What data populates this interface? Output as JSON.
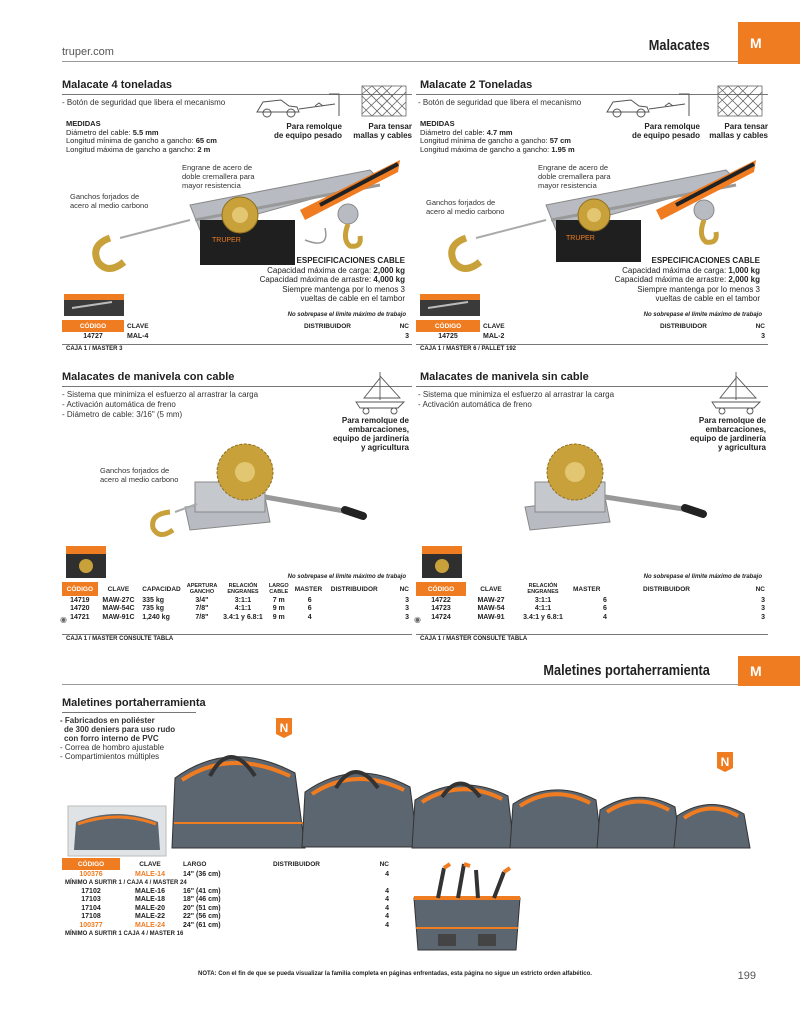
{
  "site": "truper.com",
  "header": {
    "title": "Malacates",
    "tab_letter": "M"
  },
  "mal4": {
    "title": "Malacate 4 toneladas",
    "feature": "- Botón de seguridad que libera el mecanismo",
    "medidas_title": "MEDIDAS",
    "medidas": [
      {
        "label": "Diámetro del cable: ",
        "value": "5.5 mm"
      },
      {
        "label": "Longitud mínima de gancho a gancho: ",
        "value": "65 cm"
      },
      {
        "label": "Longitud máxima de gancho a gancho: ",
        "value": "2 m"
      }
    ],
    "use1": [
      "Para remolque",
      "de equipo pesado"
    ],
    "use2": [
      "Para tensar",
      "mallas y cables"
    ],
    "label_gear": [
      "Engrane de acero de",
      "doble cremallera para",
      "mayor resistencia"
    ],
    "label_hook": [
      "Ganchos forjados de",
      "acero al medio carbono"
    ],
    "spec_title": "ESPECIFICACIONES CABLE",
    "spec_lines": [
      {
        "label": "Capacidad máxima de carga: ",
        "value": "2,000 kg"
      },
      {
        "label": "Capacidad máxima de arrastre: ",
        "value": "4,000 kg"
      },
      {
        "label": "Siempre mantenga por lo menos 3",
        "value": ""
      },
      {
        "label": "vueltas de cable en el tambor",
        "value": ""
      }
    ],
    "note": "No sobrepase el límite máximo de trabajo",
    "table_headers": [
      "CÓDIGO",
      "CLAVE",
      "DISTRIBUIDOR",
      "NC"
    ],
    "rows": [
      [
        "14727",
        "MAL-4",
        "",
        "3"
      ]
    ],
    "caja": "CAJA 1 / MASTER 3"
  },
  "mal2": {
    "title": "Malacate 2 Toneladas",
    "feature": "- Botón de seguridad que libera el mecanismo",
    "medidas_title": "MEDIDAS",
    "medidas": [
      {
        "label": "Diámetro del cable: ",
        "value": "4.7 mm"
      },
      {
        "label": "Longitud mínima de gancho a gancho: ",
        "value": "57 cm"
      },
      {
        "label": "Longitud máxima de gancho a gancho: ",
        "value": "1.95 m"
      }
    ],
    "use1": [
      "Para remolque",
      "de equipo pesado"
    ],
    "use2": [
      "Para tensar",
      "mallas y cables"
    ],
    "label_gear": [
      "Engrane de acero de",
      "doble cremallera para",
      "mayor resistencia"
    ],
    "label_hook": [
      "Ganchos forjados de",
      "acero al medio carbono"
    ],
    "spec_title": "ESPECIFICACIONES CABLE",
    "spec_lines": [
      {
        "label": "Capacidad máxima de carga: ",
        "value": "1,000 kg"
      },
      {
        "label": "Capacidad máxima de arrastre: ",
        "value": "2,000 kg"
      },
      {
        "label": "Siempre mantenga por lo menos 3",
        "value": ""
      },
      {
        "label": "vueltas de cable en el tambor",
        "value": ""
      }
    ],
    "note": "No sobrepase el límite máximo de trabajo",
    "table_headers": [
      "CÓDIGO",
      "CLAVE",
      "DISTRIBUIDOR",
      "NC"
    ],
    "rows": [
      [
        "14725",
        "MAL-2",
        "",
        "3"
      ]
    ],
    "caja": "CAJA 1 / MASTER 6 / PALLET 192"
  },
  "maw_cable": {
    "title": "Malacates de manivela con cable",
    "features": [
      "- Sistema que minimiza el esfuerzo al arrastrar la carga",
      "- Activación automática de freno",
      "- Diámetro de cable: 3/16\" (5 mm)"
    ],
    "use": [
      "Para remolque de",
      "embarcaciones,",
      "equipo de jardinería",
      "y agricultura"
    ],
    "label_hook": [
      "Ganchos forjados de",
      "acero al medio carbono"
    ],
    "note": "No sobrepase el límite máximo de trabajo",
    "table_headers": [
      "CÓDIGO",
      "CLAVE",
      "CAPACIDAD",
      "APERTURA GANCHO",
      "RELACIÓN ENGRANES",
      "LARGO CABLE",
      "MASTER",
      "DISTRIBUIDOR",
      "NC"
    ],
    "rows": [
      [
        "14719",
        "MAW-27C",
        "335 kg",
        "3/4\"",
        "3:1:1",
        "7 m",
        "6",
        "",
        "3"
      ],
      [
        "14720",
        "MAW-54C",
        "735 kg",
        "7/8\"",
        "4:1:1",
        "9 m",
        "6",
        "",
        "3"
      ],
      [
        "14721",
        "MAW-91C",
        "1,240 kg",
        "7/8\"",
        "3.4:1 y 6.8:1",
        "9 m",
        "4",
        "",
        "3"
      ]
    ],
    "caja": "CAJA 1 / MASTER CONSULTE TABLA"
  },
  "maw_sin": {
    "title": "Malacates de manivela sin cable",
    "features": [
      "- Sistema que minimiza el esfuerzo al arrastrar la carga",
      "- Activación automática de freno"
    ],
    "use": [
      "Para remolque de",
      "embarcaciones,",
      "equipo de jardinería",
      "y agricultura"
    ],
    "note": "No sobrepase el límite máximo de trabajo",
    "table_headers": [
      "CÓDIGO",
      "CLAVE",
      "RELACIÓN ENGRANES",
      "MASTER",
      "DISTRIBUIDOR",
      "NC"
    ],
    "rows": [
      [
        "14722",
        "MAW-27",
        "3:1:1",
        "6",
        "",
        "3"
      ],
      [
        "14723",
        "MAW-54",
        "4:1:1",
        "6",
        "",
        "3"
      ],
      [
        "14724",
        "MAW-91",
        "3.4:1 y 6.8:1",
        "4",
        "",
        "3"
      ]
    ],
    "caja": "CAJA 1 / MASTER CONSULTE TABLA"
  },
  "header2": {
    "title": "Maletines portaherramienta",
    "tab_letter": "M"
  },
  "maletines": {
    "title": "Maletines portaherramienta",
    "features": [
      "- Fabricados en poliéster",
      "  de 300 deniers para uso rudo",
      "  con forro interno de PVC",
      "- Correa de hombro ajustable",
      "- Compartimientos múltiples"
    ],
    "badge": "N",
    "table_headers": [
      "CÓDIGO",
      "CLAVE",
      "LARGO",
      "DISTRIBUIDOR",
      "NC"
    ],
    "rows": [
      {
        "code": "100376",
        "clave": "MALE-14",
        "largo": "14\" (36 cm)",
        "nc": "4",
        "highlight": true
      },
      {
        "code": "17102",
        "clave": "MALE-16",
        "largo": "16\" (41 cm)",
        "nc": "4",
        "highlight": false
      },
      {
        "code": "17103",
        "clave": "MALE-18",
        "largo": "18\" (46 cm)",
        "nc": "4",
        "highlight": false
      },
      {
        "code": "17104",
        "clave": "MALE-20",
        "largo": "20\" (51 cm)",
        "nc": "4",
        "highlight": false
      },
      {
        "code": "17108",
        "clave": "MALE-22",
        "largo": "22\" (56 cm)",
        "nc": "4",
        "highlight": false
      },
      {
        "code": "100377",
        "clave": "MALE-24",
        "largo": "24\" (61 cm)",
        "nc": "4",
        "highlight": true
      }
    ],
    "minimo1": "MÍNIMO A SURTIR 1 / CAJA 4 / MASTER 24",
    "minimo2": "MÍNIMO A SURTIR 1 CAJA 4 / MASTER 16"
  },
  "footer": {
    "note": "NOTA: Con el fin de que se pueda visualizar la familia completa en páginas enfrentadas, esta página no sigue un estricto orden alfabético.",
    "page": "199"
  },
  "colors": {
    "accent": "#f07c22",
    "steel": "#a9adb3",
    "gold": "#c9a13b",
    "bag": "#5c6670"
  }
}
